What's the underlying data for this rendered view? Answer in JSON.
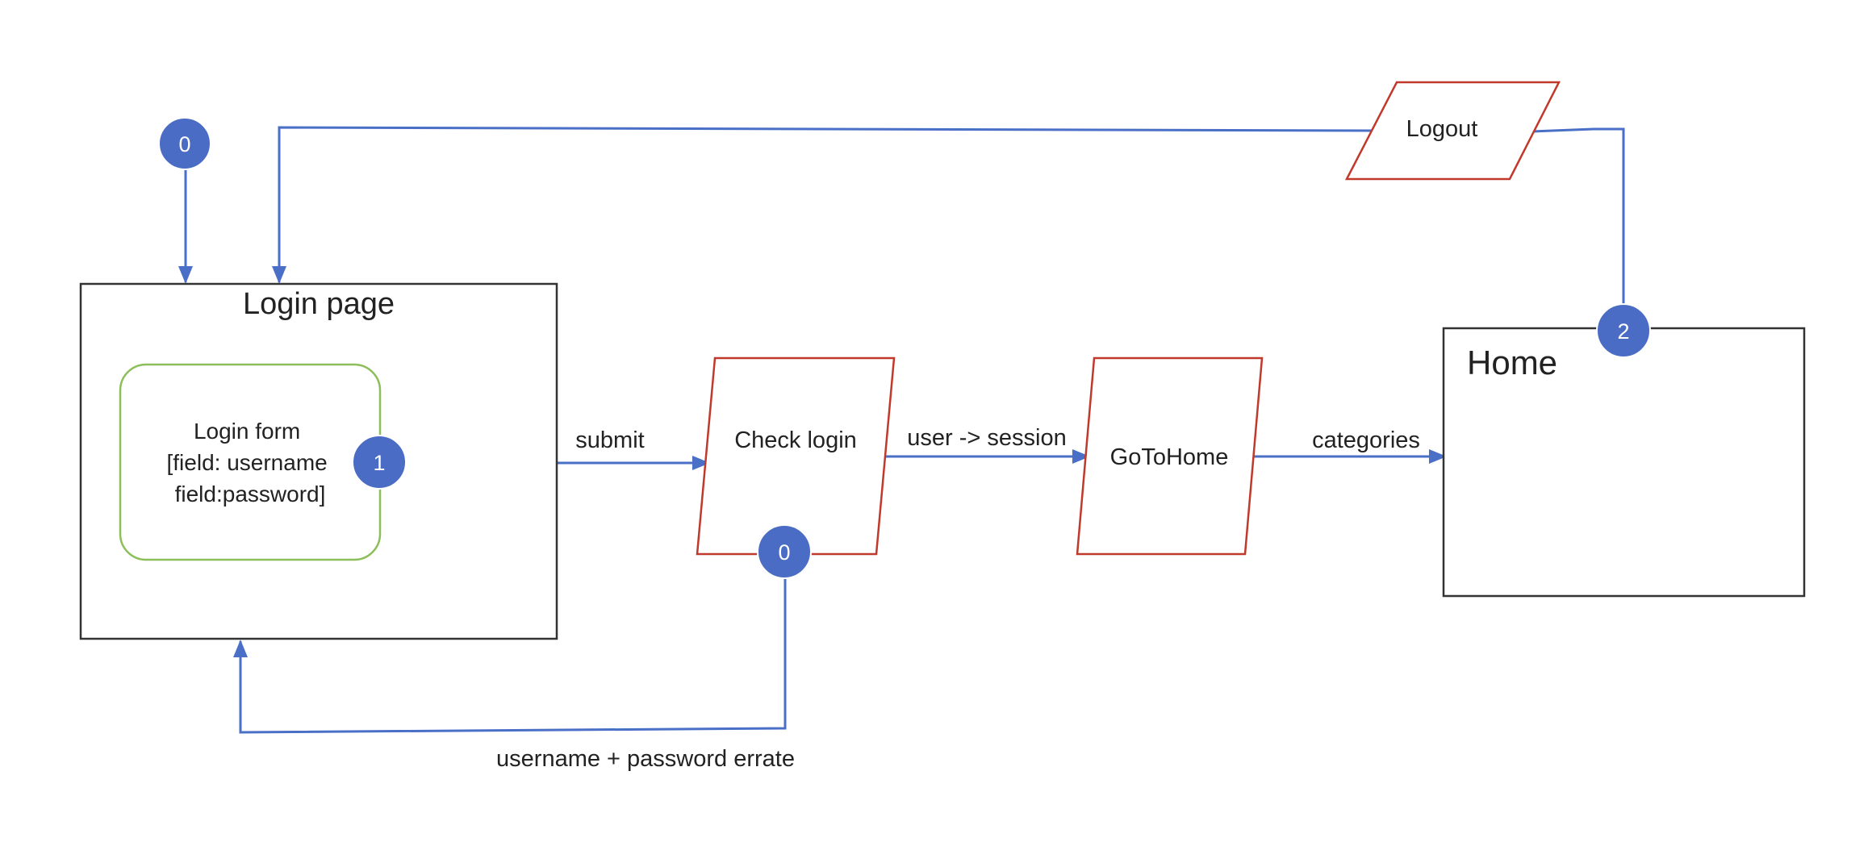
{
  "diagram": {
    "nodes": {
      "login_page": {
        "title": "Login page"
      },
      "login_form": {
        "lines": [
          "Login form",
          "[field: username",
          "field:password]"
        ]
      },
      "check_login": {
        "label": "Check login"
      },
      "go_to_home": {
        "label": "GoToHome"
      },
      "home": {
        "title": "Home"
      },
      "logout": {
        "label": "Logout"
      }
    },
    "badges": {
      "start": "0",
      "form_submit": "1",
      "check_error": "0",
      "home_logout": "2"
    },
    "edges": {
      "submit": "submit",
      "user_session": "user -> session",
      "categories": "categories",
      "error": "username + password errate"
    },
    "colors": {
      "edge_blue": "#4a6fc7",
      "badge_blue": "#4a6cc4",
      "action_red": "#c0392b",
      "form_green": "#8cbf5a",
      "page_border": "#333333"
    }
  }
}
